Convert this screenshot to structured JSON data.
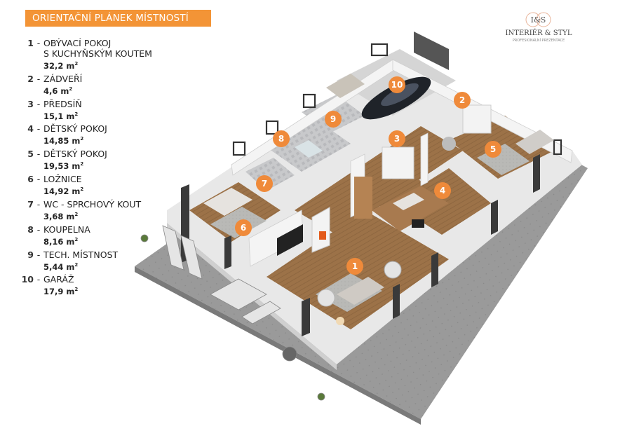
{
  "title": "ORIENTAČNÍ PLÁNEK MÍSTNOSTÍ",
  "logo": {
    "initials": "I&S",
    "brand": "INTERIÉR & STYL",
    "tagline": "PROFESIONÁLNÍ PREZENTACE"
  },
  "colors": {
    "accent": "#f39436",
    "badge": "#ef8a3a"
  },
  "rooms": [
    {
      "num": "1",
      "lines": [
        "OBÝVACÍ POKOJ",
        "S KUCHYŇSKÝM KOUTEM"
      ],
      "area": "32,2 m"
    },
    {
      "num": "2",
      "lines": [
        "ZÁDVEŘÍ"
      ],
      "area": "4,6 m"
    },
    {
      "num": "3",
      "lines": [
        "PŘEDSÍŇ"
      ],
      "area": "15,1 m"
    },
    {
      "num": "4",
      "lines": [
        "DĚTSKÝ POKOJ"
      ],
      "area": "14,85 m"
    },
    {
      "num": "5",
      "lines": [
        "DĚTSKÝ POKOJ"
      ],
      "area": "19,53 m"
    },
    {
      "num": "6",
      "lines": [
        "LOŽNICE"
      ],
      "area": "14,92 m"
    },
    {
      "num": "7",
      "lines": [
        "WC - SPRCHOVÝ KOUT"
      ],
      "area": "3,68 m"
    },
    {
      "num": "8",
      "lines": [
        "KOUPELNA"
      ],
      "area": "8,16 m"
    },
    {
      "num": "9",
      "lines": [
        "TECH. MÍSTNOST"
      ],
      "area": "5,44 m"
    },
    {
      "num": "10",
      "lines": [
        "GARÁŽ"
      ],
      "area": "17,9 m"
    }
  ],
  "area_unit_sup": "2",
  "badges": [
    "1",
    "2",
    "3",
    "4",
    "5",
    "6",
    "7",
    "8",
    "9",
    "10"
  ]
}
